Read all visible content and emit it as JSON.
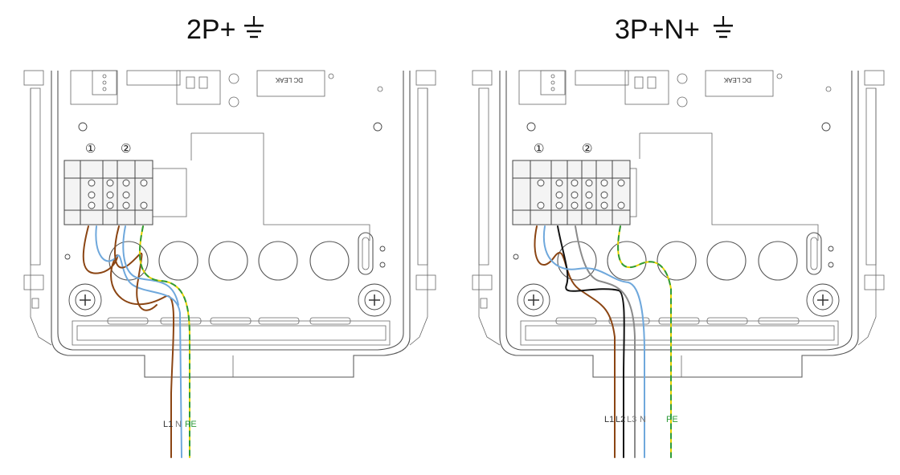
{
  "panels": [
    {
      "id": "2p",
      "title": "2P+",
      "terminal_numbers": [
        "①",
        "②"
      ],
      "module_label": "DC LEAK",
      "wires": [
        {
          "label": "L1",
          "color": "#8B4513"
        },
        {
          "label": "N",
          "color": "#6fa8dc"
        },
        {
          "label": "PE",
          "color": "#2e9b3a",
          "stripe": "#e8d200"
        }
      ]
    },
    {
      "id": "3pn",
      "title": "3P+N+",
      "terminal_numbers": [
        "①",
        "②"
      ],
      "module_label": "DC LEAK",
      "wires": [
        {
          "label": "L1",
          "color": "#8B4513"
        },
        {
          "label": "L2",
          "color": "#111111"
        },
        {
          "label": "L3",
          "color": "#8a8a8a"
        },
        {
          "label": "N",
          "color": "#6fa8dc"
        },
        {
          "label": "PE",
          "color": "#2e9b3a",
          "stripe": "#e8d200"
        }
      ]
    }
  ],
  "earth_symbol": "ground-icon"
}
